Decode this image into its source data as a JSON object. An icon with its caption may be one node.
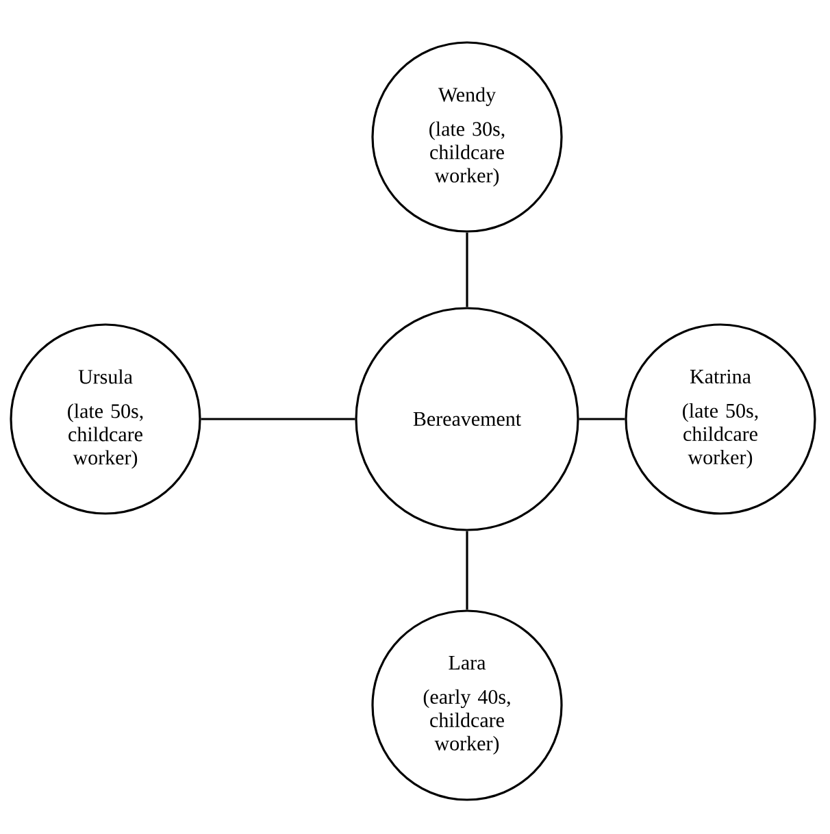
{
  "diagram": {
    "nodes": [
      {
        "text": [
          "Wendy",
          "(late 30s, childcare worker)"
        ]
      },
      {
        "text": [
          "Ursula",
          "(late 50s, childcare worker)"
        ]
      },
      {
        "text": [
          "Bereavement"
        ]
      },
      {
        "text": [
          "Katrina",
          "(late 50s, childcare worker)"
        ]
      },
      {
        "text": [
          "Lara",
          "(early 40s, childcare worker)"
        ]
      }
    ],
    "edges": [
      {
        "from": 2,
        "to": 0,
        "arrow": "none"
      },
      {
        "from": 2,
        "to": 1,
        "arrow": "none"
      },
      {
        "from": 2,
        "to": 3,
        "arrow": "none"
      },
      {
        "from": 2,
        "to": 4,
        "arrow": "none"
      }
    ]
  }
}
